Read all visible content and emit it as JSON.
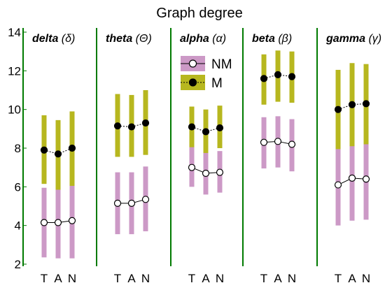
{
  "chart_data": {
    "type": "errorbar",
    "title": "Graph degree",
    "ylim": [
      2,
      14
    ],
    "yticks": [
      2,
      4,
      6,
      8,
      10,
      12,
      14
    ],
    "categories": [
      "T",
      "A",
      "N"
    ],
    "panels": [
      {
        "label": "delta",
        "symbol": "δ",
        "series": [
          {
            "name": "NM",
            "values": [
              4.15,
              4.15,
              4.25
            ],
            "low": [
              2.35,
              2.3,
              2.3
            ],
            "high": [
              5.95,
              5.95,
              6.15
            ]
          },
          {
            "name": "M",
            "values": [
              7.9,
              7.7,
              8.0
            ],
            "low": [
              6.15,
              5.85,
              6.05
            ],
            "high": [
              9.7,
              9.45,
              9.9
            ]
          }
        ]
      },
      {
        "label": "theta",
        "symbol": "Θ",
        "series": [
          {
            "name": "NM",
            "values": [
              5.15,
              5.15,
              5.35
            ],
            "low": [
              3.55,
              3.55,
              3.7
            ],
            "high": [
              6.75,
              6.75,
              7.05
            ]
          },
          {
            "name": "M",
            "values": [
              9.15,
              9.1,
              9.3
            ],
            "low": [
              7.55,
              7.55,
              7.65
            ],
            "high": [
              10.8,
              10.75,
              11.0
            ]
          }
        ]
      },
      {
        "label": "alpha",
        "symbol": "α",
        "series": [
          {
            "name": "NM",
            "values": [
              7.0,
              6.7,
              6.75
            ],
            "low": [
              6.0,
              5.6,
              5.7
            ],
            "high": [
              8.1,
              7.8,
              7.85
            ]
          },
          {
            "name": "M",
            "values": [
              9.1,
              8.85,
              9.05
            ],
            "low": [
              8.05,
              7.75,
              8.0
            ],
            "high": [
              10.15,
              10.0,
              10.2
            ]
          }
        ]
      },
      {
        "label": "beta",
        "symbol": "β",
        "series": [
          {
            "name": "NM",
            "values": [
              8.3,
              8.35,
              8.2
            ],
            "low": [
              6.95,
              7.0,
              6.8
            ],
            "high": [
              9.6,
              9.65,
              9.5
            ]
          },
          {
            "name": "M",
            "values": [
              11.6,
              11.8,
              11.7
            ],
            "low": [
              10.25,
              10.4,
              10.35
            ],
            "high": [
              12.85,
              13.05,
              13.0
            ]
          }
        ]
      },
      {
        "label": "gamma",
        "symbol": "γ",
        "series": [
          {
            "name": "NM",
            "values": [
              6.1,
              6.45,
              6.4
            ],
            "low": [
              4.0,
              4.25,
              4.3
            ],
            "high": [
              8.15,
              8.6,
              8.5
            ]
          },
          {
            "name": "M",
            "values": [
              10.0,
              10.25,
              10.3
            ],
            "low": [
              7.95,
              8.1,
              8.2
            ],
            "high": [
              12.05,
              12.4,
              12.35
            ]
          }
        ]
      }
    ],
    "legend": {
      "placement": "top-center",
      "entries": [
        {
          "name": "NM",
          "bar_color": "#cc99c6",
          "marker_fill": "#ffffff",
          "line": "solid"
        },
        {
          "name": "M",
          "bar_color": "#b7b71f",
          "marker_fill": "#000000",
          "line": "dotted"
        }
      ]
    },
    "colors": {
      "panel_line": "#007a00",
      "nm_bar": "#cc99c6",
      "m_bar": "#b7b71f",
      "text": "#000000"
    }
  }
}
